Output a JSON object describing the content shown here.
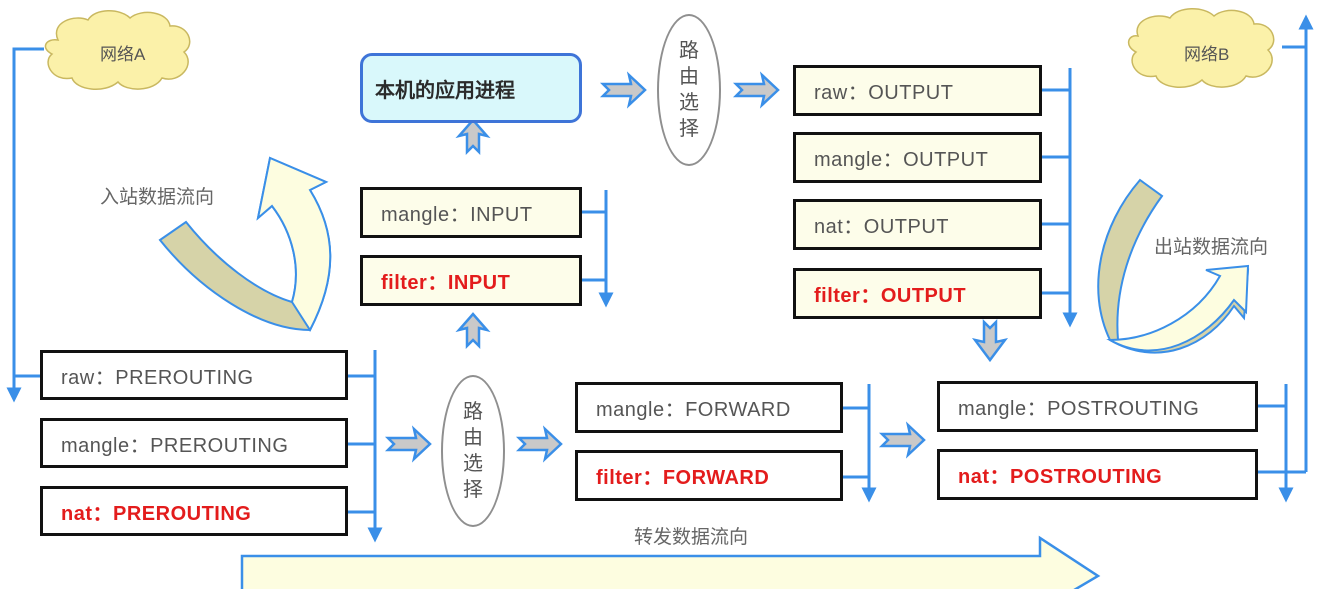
{
  "networks": {
    "a": "网络A",
    "b": "网络B"
  },
  "app_process": "本机的应用进程",
  "route_selection": [
    "路",
    "由",
    "选",
    "择"
  ],
  "flow_labels": {
    "inbound": "入站数据流向",
    "outbound": "出站数据流向",
    "forward": "转发数据流向"
  },
  "chains": {
    "prerouting": [
      {
        "table": "raw",
        "chain": "PREROUTING",
        "text": "raw：PREROUTING",
        "highlight": false
      },
      {
        "table": "mangle",
        "chain": "PREROUTING",
        "text": "mangle：PREROUTING",
        "highlight": false
      },
      {
        "table": "nat",
        "chain": "PREROUTING",
        "text": "nat：PREROUTING",
        "highlight": true
      }
    ],
    "input": [
      {
        "table": "mangle",
        "chain": "INPUT",
        "text": "mangle：INPUT",
        "highlight": false
      },
      {
        "table": "filter",
        "chain": "INPUT",
        "text": "filter：INPUT",
        "highlight": true
      }
    ],
    "output": [
      {
        "table": "raw",
        "chain": "OUTPUT",
        "text": "raw：OUTPUT",
        "highlight": false
      },
      {
        "table": "mangle",
        "chain": "OUTPUT",
        "text": "mangle：OUTPUT",
        "highlight": false
      },
      {
        "table": "nat",
        "chain": "OUTPUT",
        "text": "nat：OUTPUT",
        "highlight": false
      },
      {
        "table": "filter",
        "chain": "OUTPUT",
        "text": "filter：OUTPUT",
        "highlight": true
      }
    ],
    "forward": [
      {
        "table": "mangle",
        "chain": "FORWARD",
        "text": "mangle：FORWARD",
        "highlight": false
      },
      {
        "table": "filter",
        "chain": "FORWARD",
        "text": "filter：FORWARD",
        "highlight": true
      }
    ],
    "postrouting": [
      {
        "table": "mangle",
        "chain": "POSTROUTING",
        "text": "mangle：POSTROUTING",
        "highlight": false
      },
      {
        "table": "nat",
        "chain": "POSTROUTING",
        "text": "nat：POSTROUTING",
        "highlight": true
      }
    ]
  },
  "colors": {
    "line_blue": "#3a8fe8",
    "highlight_red": "#e31c1c",
    "cloud_fill": "#fbf1a9",
    "box_cream": "#fdfdea",
    "app_fill": "#d9f8fb",
    "app_border": "#3e74d8",
    "arrow_fill": "#c9c9c9",
    "curve_dark": "#d6d3a8",
    "curve_light": "#fdfde0"
  }
}
